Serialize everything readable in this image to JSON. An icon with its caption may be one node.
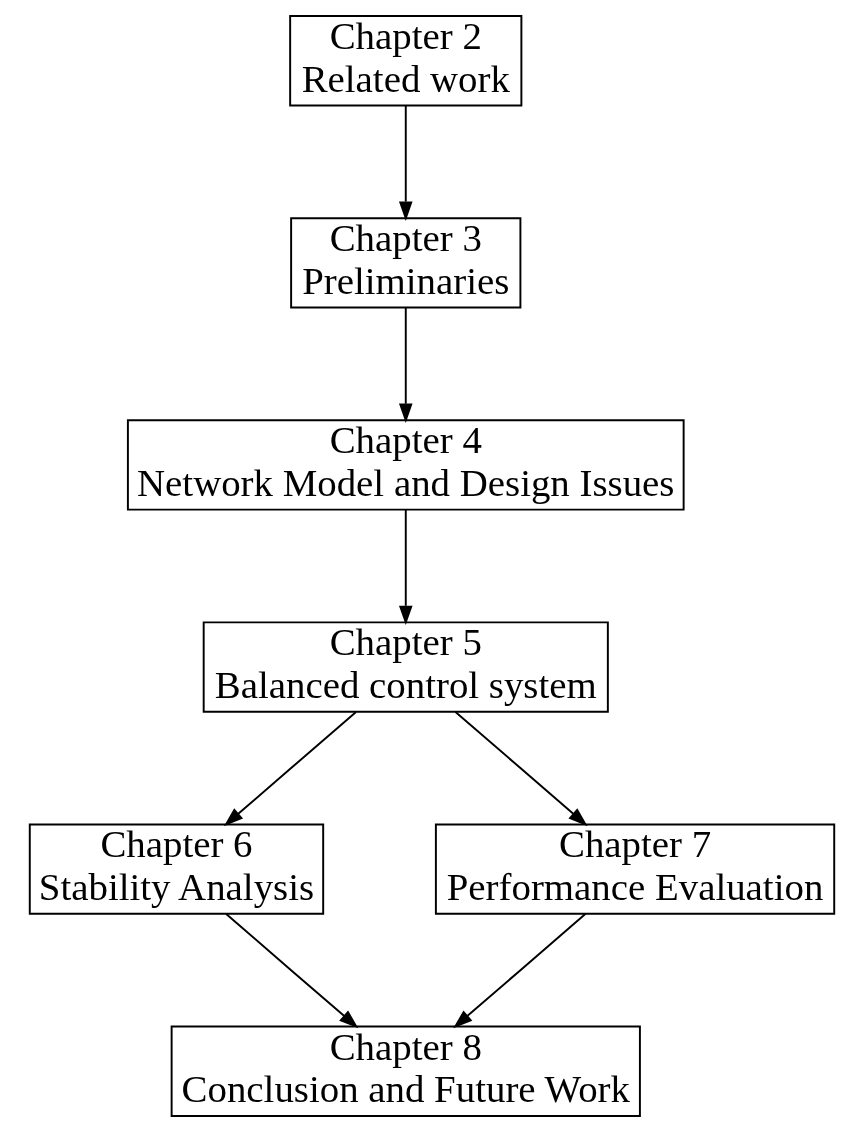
{
  "diagram": {
    "nodes": [
      {
        "text": [
          "Chapter 2",
          "Related work"
        ]
      },
      {
        "text": [
          "Chapter 3",
          "Preliminaries"
        ]
      },
      {
        "text": [
          "Chapter 4",
          "Network Model and Design Issues"
        ]
      },
      {
        "text": [
          "Chapter 5",
          "Balanced control system"
        ]
      },
      {
        "text": [
          "Chapter 6",
          "Stability Analysis"
        ]
      },
      {
        "text": [
          "Chapter 7",
          "Performance Evaluation"
        ]
      },
      {
        "text": [
          "Chapter 8",
          "Conclusion and Future Work"
        ]
      }
    ],
    "edges": [
      {
        "from": 0,
        "to": 1,
        "arrow": "to"
      },
      {
        "from": 1,
        "to": 2,
        "arrow": "to"
      },
      {
        "from": 2,
        "to": 3,
        "arrow": "to"
      },
      {
        "from": 3,
        "to": 4,
        "arrow": "to"
      },
      {
        "from": 3,
        "to": 5,
        "arrow": "to"
      },
      {
        "from": 4,
        "to": 6,
        "arrow": "to"
      },
      {
        "from": 5,
        "to": 6,
        "arrow": "to"
      }
    ]
  }
}
